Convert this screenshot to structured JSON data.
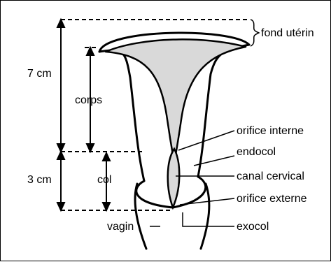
{
  "labels": {
    "fundus": "fond utérin",
    "height_total": "7 cm",
    "body": "corps",
    "height_cervix": "3 cm",
    "cervix": "col",
    "internal_os": "orifice interne",
    "endocervix": "endocol",
    "cervical_canal": "canal cervical",
    "external_os": "orifice externe",
    "vagina": "vagin",
    "exocervix": "exocol"
  },
  "colors": {
    "line": "#000000",
    "cavity_fill": "#d9d9d9",
    "background": "#ffffff"
  }
}
